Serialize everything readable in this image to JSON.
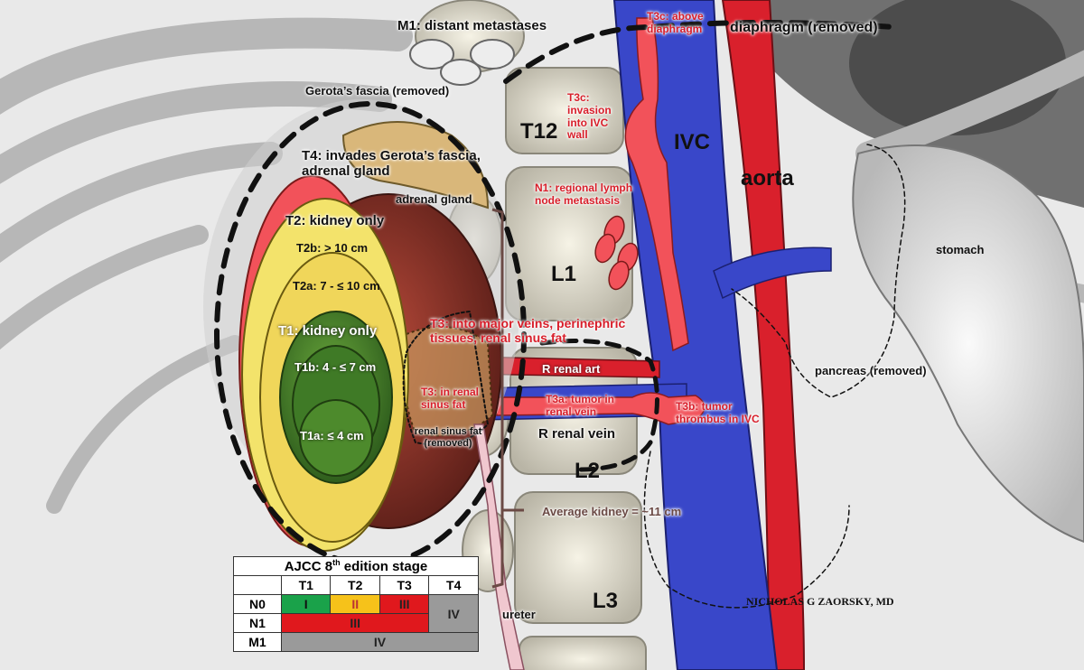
{
  "diagram": {
    "labels": {
      "m1": "M1: distant metastases",
      "t3c_above": "T3c: above diaphragm",
      "diaphragm": "diaphragm (removed)",
      "gerota": "Gerota’s fascia (removed)",
      "t3c_invasion": "T3c: invasion into IVC wall",
      "t12": "T12",
      "ivc": "IVC",
      "aorta": "aorta",
      "t4": "T4: invades Gerota’s fascia, adrenal gland",
      "adrenal": "adrenal gland",
      "n1": "N1: regional lymph node metastasis",
      "t2_only": "T2: kidney only",
      "t2b": "T2b: > 10 cm",
      "l1": "L1",
      "stomach": "stomach",
      "t2a": "T2a: 7 - ≤ 10 cm",
      "t1_only": "T1: kidney only",
      "t3_major": "T3: into major veins, perinephric tissues, renal sinus fat",
      "t1b": "T1b: 4 - ≤ 7 cm",
      "r_renal_art": "R renal art",
      "pancreas": "pancreas  (removed)",
      "t3_sinus": "T3: in renal sinus fat",
      "t3a": "T3a: tumor in renal vein",
      "t3b": "T3b: tumor thrombus in IVC",
      "t1a": "T1a: ≤ 4 cm",
      "renal_sinus_removed": "renal sinus fat (removed)",
      "r_renal_vein": "R renal vein",
      "l2": "L2",
      "avg_kidney": "Average kidney = ~11 cm",
      "l3": "L3",
      "ureter": "ureter",
      "author": "NICHOLAS G ZAORSKY, MD"
    },
    "table": {
      "title_main": "AJCC 8",
      "title_sup": "th",
      "title_rest": " edition stage",
      "cols": [
        "T1",
        "T2",
        "T3",
        "T4"
      ],
      "rows": [
        "N0",
        "N1",
        "M1"
      ],
      "cells": {
        "n0_t1": "I",
        "n0_t2": "II",
        "n0_t3": "III",
        "n1_t1_t3": "III",
        "t4_n0_n1": "IV",
        "m1": "IV"
      }
    },
    "colors": {
      "ivc_blue": "#3947c9",
      "aorta_red": "#d9202c",
      "tumor_red": "#f2525a",
      "stage_green": "#1aa24a",
      "stage_yellow": "#f6c21a",
      "stage_red": "#e0181d",
      "stage_gray": "#9a9a9a"
    }
  }
}
